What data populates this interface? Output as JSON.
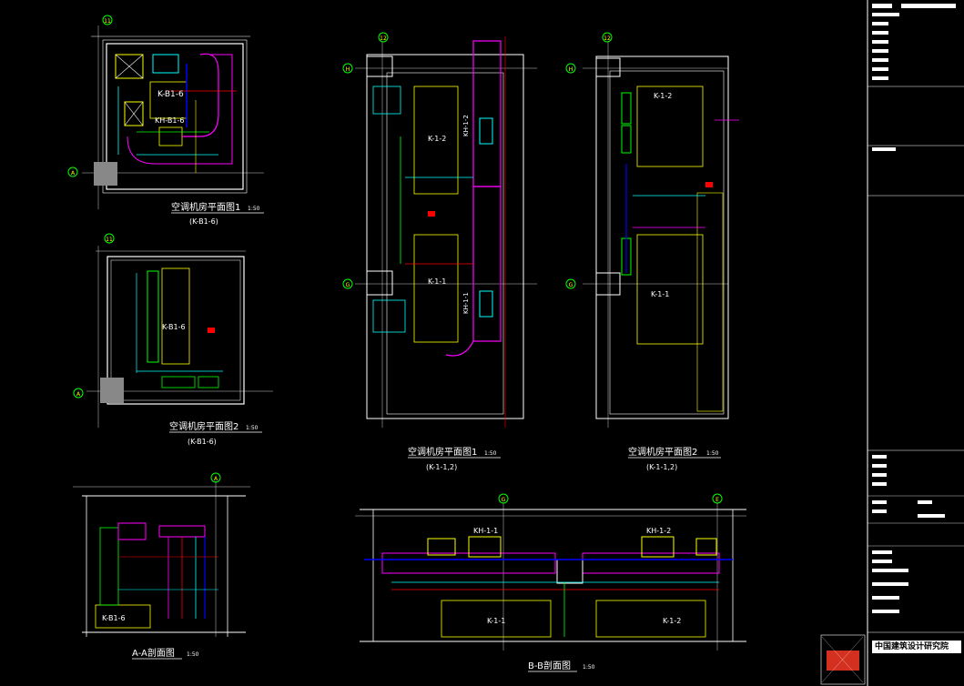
{
  "views": {
    "p1": {
      "title": "空调机房平面图1",
      "scale": "1:50",
      "subtitle": "(K-B1-6)"
    },
    "p2": {
      "title": "空调机房平面图2",
      "scale": "1:50",
      "subtitle": "(K-B1-6)"
    },
    "p3": {
      "title": "空调机房平面图1",
      "scale": "1:50",
      "subtitle": "(K-1-1,2)"
    },
    "p4": {
      "title": "空调机房平面图2",
      "scale": "1:50",
      "subtitle": "(K-1-1,2)"
    },
    "secA": {
      "title": "A-A剖面图",
      "scale": "1:50"
    },
    "secB": {
      "title": "B-B剖面图",
      "scale": "1:50"
    }
  },
  "grid_labels": {
    "g11": "11",
    "gA": "A",
    "gH": "H",
    "gG": "G",
    "g12": "12",
    "gE": "E"
  },
  "unit_labels": {
    "kb16": "K-B1-6",
    "kh_b16": "KH-B1-6",
    "k11": "K-1-1",
    "k12": "K-1-2",
    "kh11": "KH-1-1",
    "kh12": "KH-1-2"
  },
  "title_block": {
    "company": "中国建筑设计研究院"
  },
  "colors": {
    "bg": "#000000",
    "line": "#ffffff",
    "yellow": "#ffff00",
    "magenta": "#ff00ff",
    "cyan": "#00ffff",
    "green": "#00ff00",
    "red": "#ff0000",
    "blue": "#3040ff",
    "orange": "#ff9900"
  }
}
